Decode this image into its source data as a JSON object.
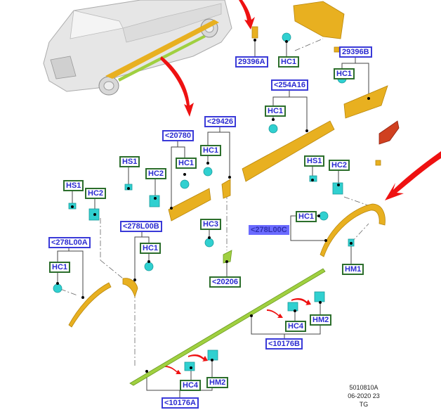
{
  "labels": {
    "l29396A": "29396A",
    "lHC1_top": "HC1",
    "l29396B": "29396B",
    "lHC1_b": "HC1",
    "l254A16": "<254A16",
    "lHC1_c": "HC1",
    "l29426": "<29426",
    "lHC1_d": "HC1",
    "l20780": "<20780",
    "lHC1_e": "HC1",
    "lHS1_a": "HS1",
    "lHC2_a": "HC2",
    "lHS1_b": "HS1",
    "lHC2_b": "HC2",
    "lHS1_c": "HS1",
    "lHC2_c": "HC2",
    "l278L00B": "<278L00B",
    "lHC1_f": "HC1",
    "l278L00A": "<278L00A",
    "lHC1_g": "HC1",
    "lHC3": "HC3",
    "l20206": "<20206",
    "l278L00C": "<278L00C",
    "lHC1_h": "HC1",
    "lHM1": "HM1",
    "lHC4_b": "HC4",
    "lHM2_b": "HM2",
    "l10176B": "<10176B",
    "lHC4_a": "HC4",
    "lHM2_a": "HM2",
    "l10176A": "<10176A"
  },
  "footer": {
    "drawing_number": "5010810A",
    "date": "06-2020 23",
    "code": "TG"
  },
  "colors": {
    "part_yellow": "#e8b020",
    "clip_cyan": "#30d0d0",
    "rocker_green": "#a0d040",
    "bracket_red": "#d04020",
    "arrow_red": "#ee1111",
    "label_blue": "#3a3ad8",
    "label_green": "#2c6e2c"
  }
}
